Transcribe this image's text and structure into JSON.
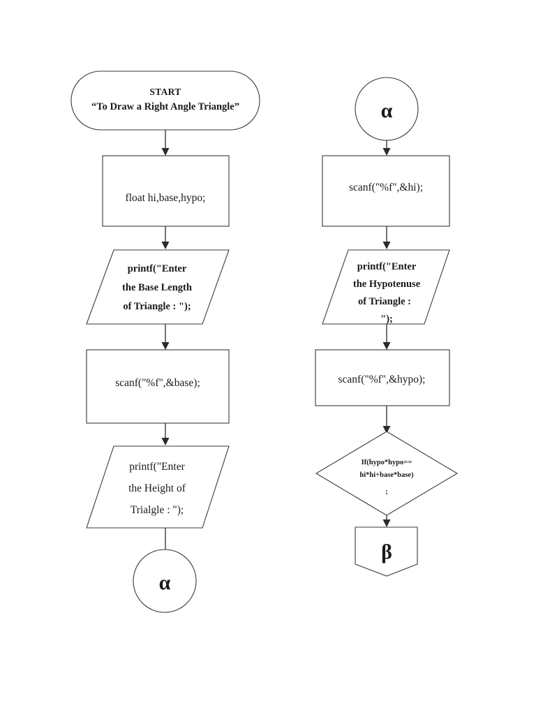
{
  "document": {
    "title": "Flowchart - To Draw a Right Angle Triangle",
    "page_background": "#ffffff",
    "stroke_color": "#3a3a3a",
    "text_color": "#1a1a1a"
  },
  "flowchart": {
    "left_column": {
      "start_terminal": {
        "shape": "rounded-terminal",
        "line1": "START",
        "line2": "“To Draw a Right Angle Triangle”"
      },
      "declaration_process": {
        "shape": "rectangle",
        "line1": "float hi,base,hypo;"
      },
      "prompt_base_io": {
        "shape": "parallelogram",
        "line1": "printf(\"Enter",
        "line2": "the Base Length",
        "line3": "of Triangle : \");"
      },
      "read_base_process": {
        "shape": "rectangle",
        "line1": "scanf(\"%f\",&base);"
      },
      "prompt_height_io": {
        "shape": "parallelogram",
        "line1": "printf(\"Enter",
        "line2": "the Height of",
        "line3": "Trialgle : \");"
      },
      "connector_alpha_out": {
        "shape": "circle",
        "label": "α"
      }
    },
    "right_column": {
      "connector_alpha_in": {
        "shape": "circle",
        "label": "α"
      },
      "read_hi_process": {
        "shape": "rectangle",
        "line1": "scanf(\"%f\",&hi);"
      },
      "prompt_hypotenuse_io": {
        "shape": "parallelogram",
        "line1": "printf(\"Enter",
        "line2": "the Hypotenuse",
        "line3": "of Triangle :",
        "line4": "\");"
      },
      "read_hypo_process": {
        "shape": "rectangle",
        "line1": "scanf(\"%f\",&hypo);"
      },
      "decision": {
        "shape": "diamond",
        "line1": "If(hypo*hypo==",
        "line2": "hi*hi+base*base)",
        "line3": ";"
      },
      "connector_beta": {
        "shape": "pentagon",
        "label": "β"
      }
    }
  }
}
